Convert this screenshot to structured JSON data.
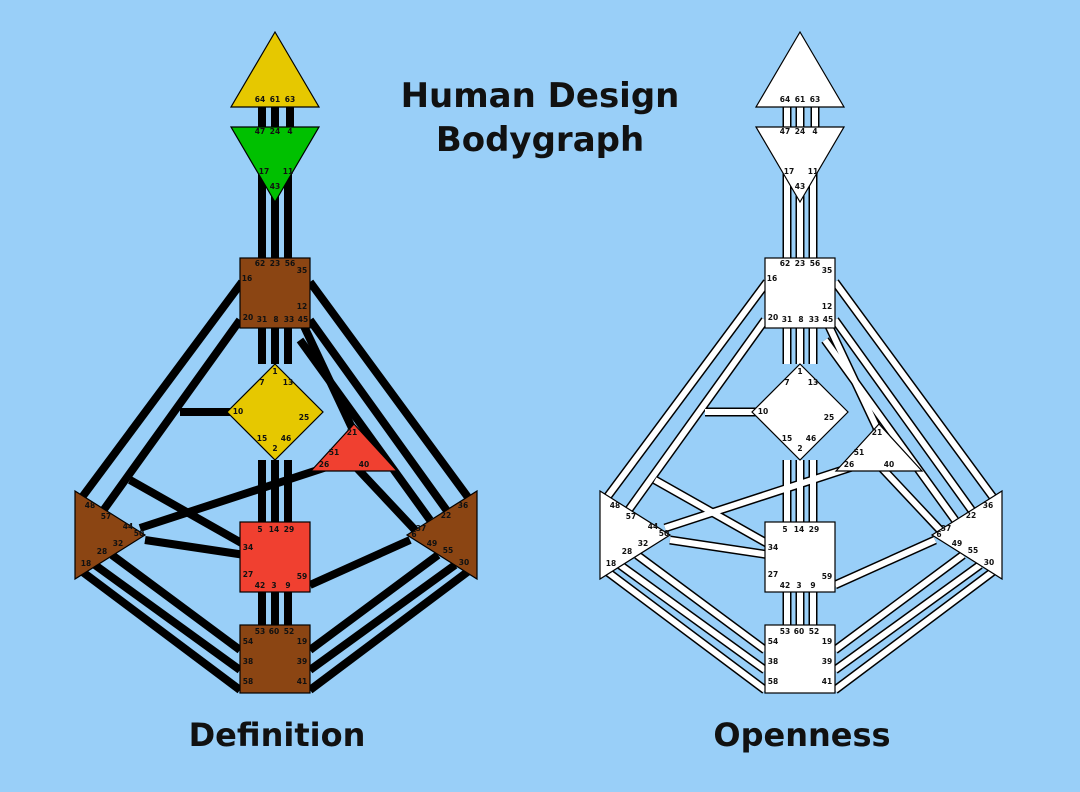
{
  "title": {
    "line1": "Human Design",
    "line2": "Bodygraph"
  },
  "captions": {
    "left": "Definition",
    "right": "Openness"
  },
  "colors": {
    "background": "#99cff8",
    "channel_defined": "#000000",
    "open_fill": "#ffffff",
    "head": "#e6c800",
    "ajna": "#00c000",
    "throat": "#8b4513",
    "g_center": "#e6c800",
    "heart": "#f04030",
    "sacral": "#f04030",
    "root": "#8b4513",
    "spleen": "#8b4513",
    "solar_plexus": "#8b4513"
  },
  "centers": [
    {
      "name": "head",
      "gates": [
        "64",
        "61",
        "63"
      ]
    },
    {
      "name": "ajna",
      "gates": [
        "47",
        "24",
        "4",
        "17",
        "11",
        "43"
      ]
    },
    {
      "name": "throat",
      "gates": [
        "62",
        "23",
        "56",
        "16",
        "35",
        "12",
        "20",
        "31",
        "8",
        "33",
        "45"
      ]
    },
    {
      "name": "g-center",
      "gates": [
        "1",
        "7",
        "13",
        "10",
        "25",
        "15",
        "46",
        "2"
      ]
    },
    {
      "name": "heart",
      "gates": [
        "21",
        "51",
        "26",
        "40"
      ]
    },
    {
      "name": "sacral",
      "gates": [
        "5",
        "14",
        "29",
        "34",
        "27",
        "59",
        "42",
        "3",
        "9"
      ]
    },
    {
      "name": "root",
      "gates": [
        "53",
        "60",
        "52",
        "54",
        "19",
        "38",
        "39",
        "58",
        "41"
      ]
    },
    {
      "name": "spleen",
      "gates": [
        "48",
        "57",
        "44",
        "50",
        "32",
        "28",
        "18"
      ]
    },
    {
      "name": "solar-plexus",
      "gates": [
        "36",
        "22",
        "37",
        "6",
        "49",
        "55",
        "30"
      ]
    }
  ]
}
